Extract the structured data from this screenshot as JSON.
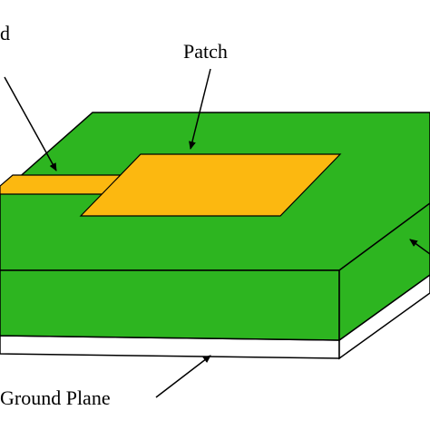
{
  "diagram": {
    "labels": {
      "feed": "d",
      "patch": "Patch",
      "ground_plane": "Ground Plane"
    },
    "colors": {
      "substrate_green": "#2db520",
      "patch_yellow": "#fcb810",
      "ground_plane": "#ffffff",
      "outline": "#000000"
    }
  }
}
